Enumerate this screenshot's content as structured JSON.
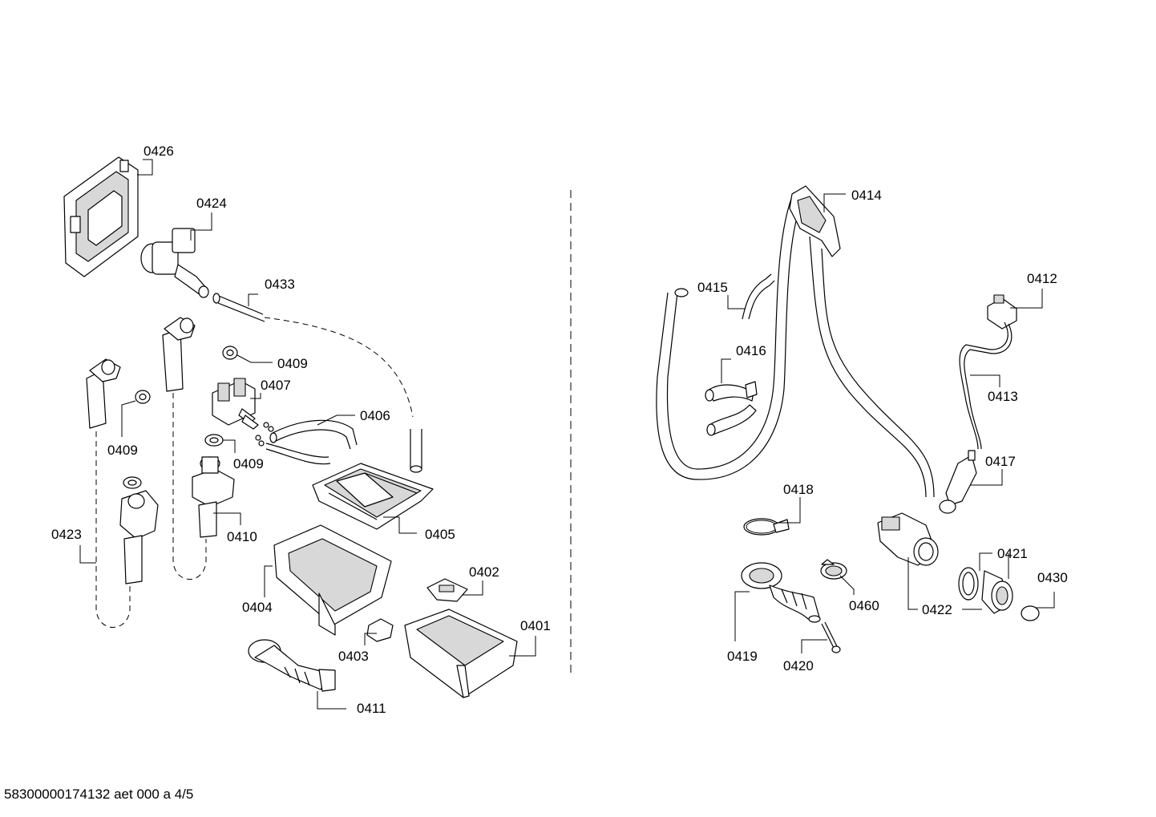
{
  "footer": {
    "document_code": "58300000174132 aet 000 a 4/5"
  },
  "labels": {
    "p0426": "0426",
    "p0424": "0424",
    "p0433": "0433",
    "p0409a": "0409",
    "p0407": "0407",
    "p0406": "0406",
    "p0409b": "0409",
    "p0409c": "0409",
    "p0423": "0423",
    "p0410": "0410",
    "p0405": "0405",
    "p0404": "0404",
    "p0402": "0402",
    "p0403": "0403",
    "p0401": "0401",
    "p0411": "0411",
    "p0414": "0414",
    "p0415": "0415",
    "p0416": "0416",
    "p0412": "0412",
    "p0413": "0413",
    "p0417": "0417",
    "p0418": "0418",
    "p0421": "0421",
    "p0430": "0430",
    "p0460": "0460",
    "p0422": "0422",
    "p0419": "0419",
    "p0420": "0420"
  }
}
